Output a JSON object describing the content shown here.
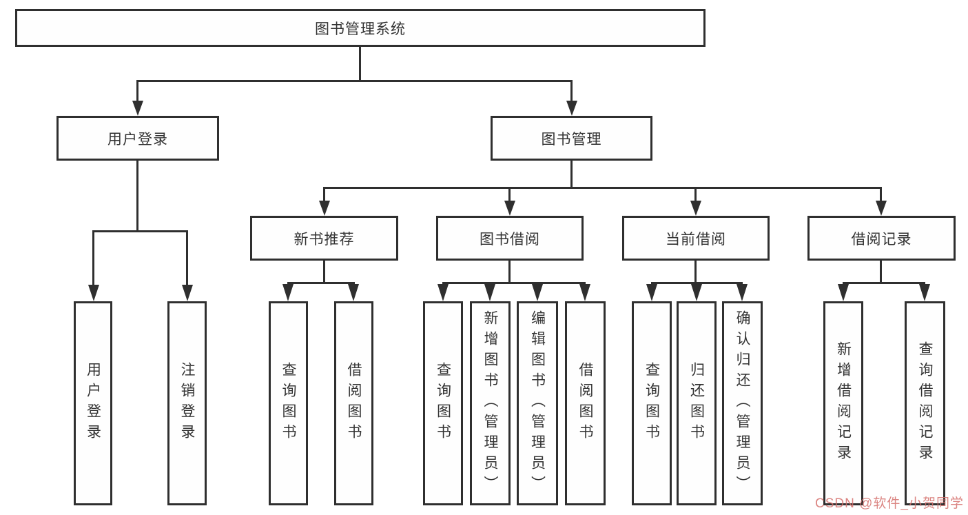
{
  "colors": {
    "line": "#2f2f2f",
    "text": "#333333",
    "background": "#ffffff",
    "watermark": "#d5706c"
  },
  "nodes": {
    "root": "图书管理系统",
    "user_login": "用户登录",
    "book_mgmt": "图书管理",
    "new_book_rec": "新书推荐",
    "book_borrow": "图书借阅",
    "current_borrow": "当前借阅",
    "borrow_records": "借阅记录",
    "ul_login": "用户登录",
    "ul_logout": "注销登录",
    "nb_query_books": "查询图书",
    "nb_borrow_books": "借阅图书",
    "bb_query_books": "查询图书",
    "bb_add_books": "新增图书（管理员）",
    "bb_edit_books": "编辑图书（管理员）",
    "bb_borrow_books": "借阅图书",
    "cb_query_books": "查询图书",
    "cb_return_books": "归还图书",
    "cb_confirm_return": "确认归还（管理员）",
    "br_add_record": "新增借阅记录",
    "br_query_record": "查询借阅记录"
  },
  "watermark": {
    "text": "CSDN @软件_小贺同学"
  }
}
